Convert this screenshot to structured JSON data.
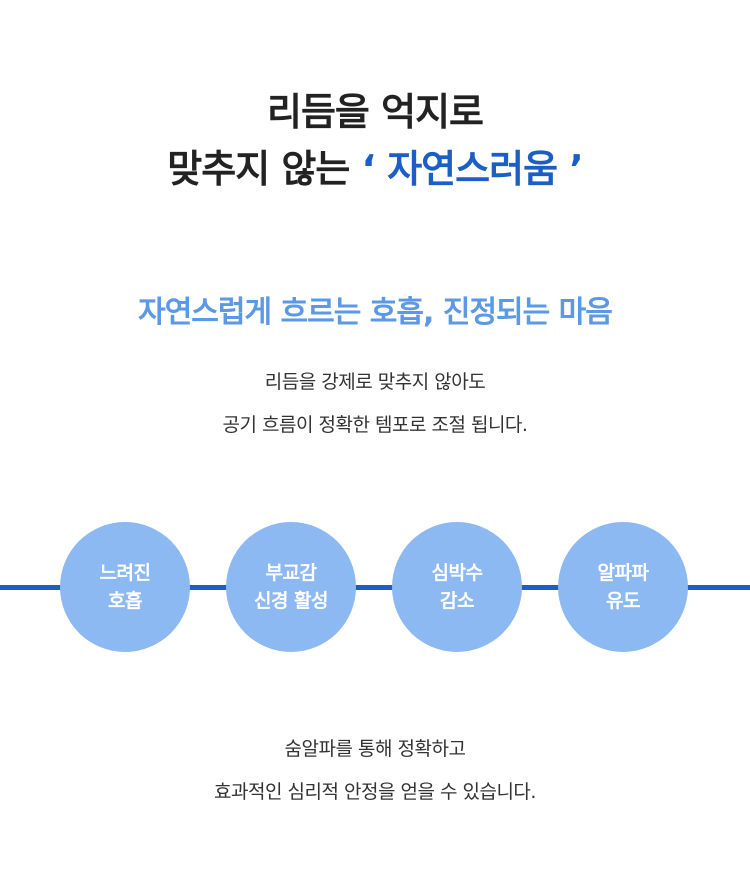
{
  "headline": {
    "line1": "리듬을 억지로",
    "line2_prefix": "맞추지 않는",
    "line2_accent": " ‘ 자연스러움 ’"
  },
  "subtitle": "자연스럽게 흐르는 호흡, 진정되는 마음",
  "intro": {
    "line1": "리듬을 강제로 맞추지 않아도",
    "line2": "공기 흐름이 정확한 템포로 조절 됩니다."
  },
  "steps": [
    {
      "line1": "느려진",
      "line2": "호흡"
    },
    {
      "line1": "부교감",
      "line2": "신경 활성"
    },
    {
      "line1": "심박수",
      "line2": "감소"
    },
    {
      "line1": "알파파",
      "line2": "유도"
    }
  ],
  "outro": {
    "line1": "숨알파를 통해 정확하고",
    "line2": "효과적인 심리적 안정을 얻을 수 있습니다."
  },
  "colors": {
    "accent": "#1b5fc4",
    "subtitle": "#5b98e6",
    "circle": "#8db9f3",
    "text": "#222222"
  }
}
